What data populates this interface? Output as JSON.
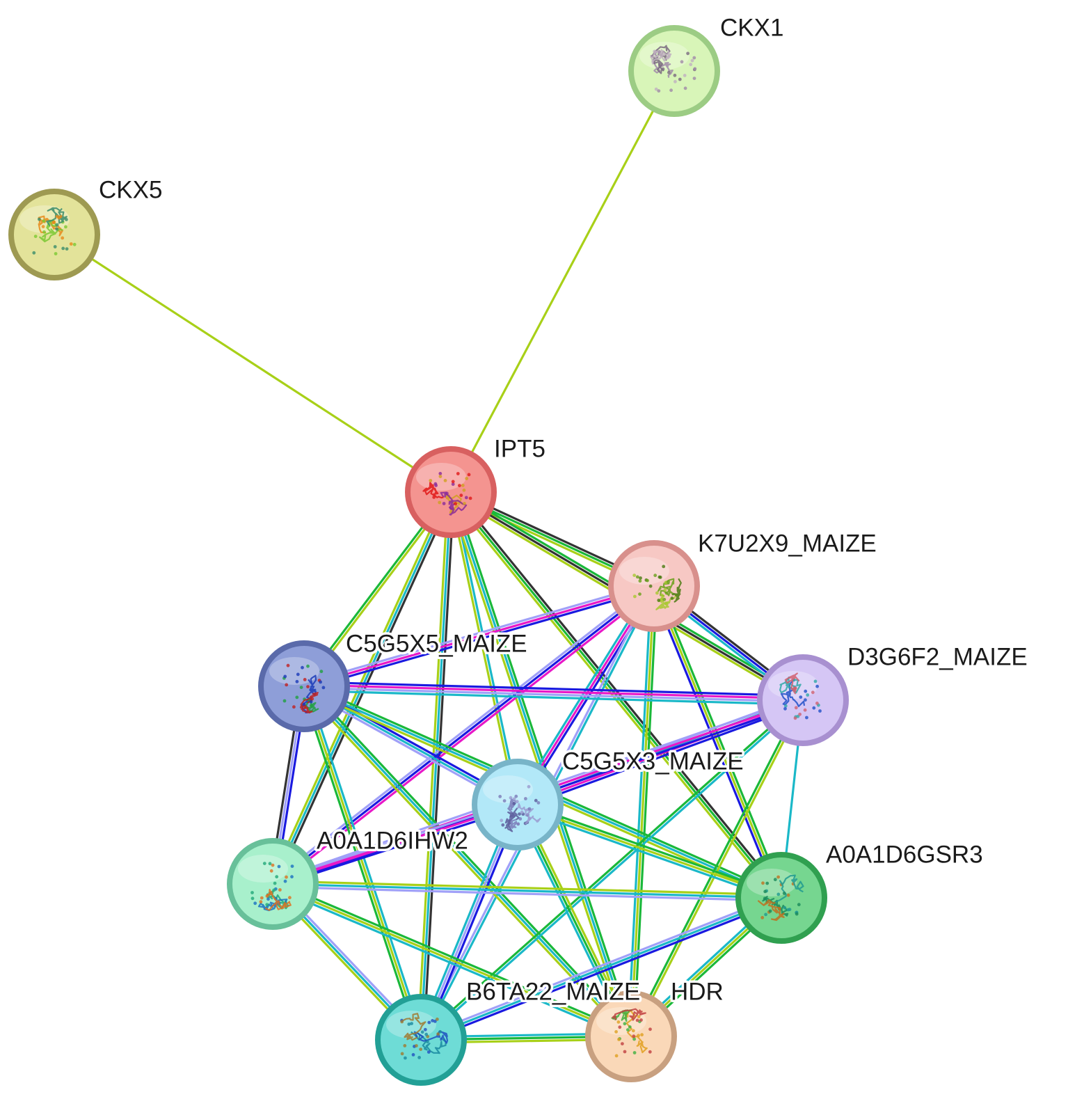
{
  "nodes": [
    {
      "id": "CKX1",
      "label": "CKX1",
      "fill": "#d8f5b8",
      "border": "#9ccc84",
      "glyph": [
        "#a08aa8",
        "#7a6a80",
        "#c0b0c0"
      ]
    },
    {
      "id": "CKX5",
      "label": "CKX5",
      "fill": "#e3e39a",
      "border": "#9e9a52",
      "glyph": [
        "#e88a1a",
        "#7ac832",
        "#3a8c6a"
      ]
    },
    {
      "id": "IPT5",
      "label": "IPT5",
      "fill": "#f49490",
      "border": "#d86060",
      "glyph": [
        "#d0a020",
        "#8a2a9a",
        "#e01818"
      ]
    },
    {
      "id": "K7U2X9_MAIZE",
      "label": "K7U2X9_MAIZE",
      "fill": "#f7c8c4",
      "border": "#d8908c",
      "glyph": [
        "#6aa01a",
        "#a8c830",
        "#4a7a10"
      ]
    },
    {
      "id": "C5G5X5_MAIZE",
      "label": "C5G5X5_MAIZE",
      "fill": "#8e9ed8",
      "border": "#5a6aaa",
      "glyph": [
        "#1a3ab8",
        "#20a040",
        "#c02020"
      ]
    },
    {
      "id": "D3G6F2_MAIZE",
      "label": "D3G6F2_MAIZE",
      "fill": "#d5c6f5",
      "border": "#a890d0",
      "glyph": [
        "#2050c8",
        "#30a8a8",
        "#d06070"
      ]
    },
    {
      "id": "C5G5X3_MAIZE",
      "label": "C5G5X3_MAIZE",
      "fill": "#b2e8f8",
      "border": "#78b4c8",
      "glyph": [
        "#7a7ab8",
        "#5a5a9a",
        "#9a9ad0"
      ]
    },
    {
      "id": "A0A1D6IHW2",
      "label": "A0A1D6IHW2",
      "fill": "#a8f0cc",
      "border": "#68c09a",
      "glyph": [
        "#20a878",
        "#1a70c0",
        "#e07020"
      ]
    },
    {
      "id": "A0A1D6GSR3",
      "label": "A0A1D6GSR3",
      "fill": "#76d690",
      "border": "#30a050",
      "glyph": [
        "#1a8a5a",
        "#c07020",
        "#209a90"
      ]
    },
    {
      "id": "B6TA22_MAIZE",
      "label": "B6TA22_MAIZE",
      "fill": "#6edcd6",
      "border": "#22a096",
      "glyph": [
        "#1a8aa0",
        "#2050c0",
        "#a07a30"
      ]
    },
    {
      "id": "HDR",
      "label": "HDR",
      "fill": "#fad8b8",
      "border": "#c8a080",
      "glyph": [
        "#e0a020",
        "#40b040",
        "#c04040"
      ]
    }
  ],
  "edges": [
    {
      "source": "CKX1",
      "target": "IPT5",
      "evidence": [
        "#a8d018"
      ]
    },
    {
      "source": "CKX5",
      "target": "IPT5",
      "evidence": [
        "#a8d018"
      ]
    },
    {
      "source": "IPT5",
      "target": "K7U2X9_MAIZE",
      "evidence": [
        "#333333",
        "#1ab83a",
        "#a8d018"
      ]
    },
    {
      "source": "IPT5",
      "target": "C5G5X5_MAIZE",
      "evidence": [
        "#a8d018",
        "#1ab83a"
      ]
    },
    {
      "source": "IPT5",
      "target": "D3G6F2_MAIZE",
      "evidence": [
        "#1ab83a",
        "#333333",
        "#a8d018"
      ]
    },
    {
      "source": "IPT5",
      "target": "C5G5X3_MAIZE",
      "evidence": [
        "#1ab8c8",
        "#a8d018"
      ]
    },
    {
      "source": "IPT5",
      "target": "A0A1D6IHW2",
      "evidence": [
        "#333333",
        "#1ab8c8",
        "#a8d018"
      ]
    },
    {
      "source": "IPT5",
      "target": "A0A1D6GSR3",
      "evidence": [
        "#333333",
        "#1ab83a",
        "#a8d018"
      ]
    },
    {
      "source": "IPT5",
      "target": "B6TA22_MAIZE",
      "evidence": [
        "#333333",
        "#1ab8c8",
        "#a8d018"
      ]
    },
    {
      "source": "IPT5",
      "target": "HDR",
      "evidence": [
        "#1ab83a",
        "#1ab8c8",
        "#a8d018"
      ]
    },
    {
      "source": "K7U2X9_MAIZE",
      "target": "C5G5X5_MAIZE",
      "evidence": [
        "#1a1ae0",
        "#e818c8",
        "#a0a0f8"
      ]
    },
    {
      "source": "K7U2X9_MAIZE",
      "target": "D3G6F2_MAIZE",
      "evidence": [
        "#333333",
        "#1a1ae0",
        "#1ab8c8"
      ]
    },
    {
      "source": "K7U2X9_MAIZE",
      "target": "C5G5X3_MAIZE",
      "evidence": [
        "#1a1ae0",
        "#e818c8",
        "#1ab8c8"
      ]
    },
    {
      "source": "K7U2X9_MAIZE",
      "target": "A0A1D6IHW2",
      "evidence": [
        "#e818c8",
        "#1a1ae0",
        "#a0a0f8"
      ]
    },
    {
      "source": "K7U2X9_MAIZE",
      "target": "A0A1D6GSR3",
      "evidence": [
        "#1ab83a",
        "#a8d018",
        "#1a1ae0"
      ]
    },
    {
      "source": "K7U2X9_MAIZE",
      "target": "B6TA22_MAIZE",
      "evidence": [
        "#1ab8c8",
        "#a0a0f8"
      ]
    },
    {
      "source": "K7U2X9_MAIZE",
      "target": "HDR",
      "evidence": [
        "#1ab83a",
        "#a8d018",
        "#1ab8c8"
      ]
    },
    {
      "source": "C5G5X5_MAIZE",
      "target": "D3G6F2_MAIZE",
      "evidence": [
        "#1a1ae0",
        "#e818c8",
        "#a0a0f8",
        "#1ab8c8"
      ]
    },
    {
      "source": "C5G5X5_MAIZE",
      "target": "C5G5X3_MAIZE",
      "evidence": [
        "#1a1ae0",
        "#1ab8c8",
        "#a0a0f8"
      ]
    },
    {
      "source": "C5G5X5_MAIZE",
      "target": "A0A1D6IHW2",
      "evidence": [
        "#1a1ae0",
        "#a0a0f8",
        "#333333"
      ]
    },
    {
      "source": "C5G5X5_MAIZE",
      "target": "A0A1D6GSR3",
      "evidence": [
        "#1ab83a",
        "#1ab8c8",
        "#a8d018"
      ]
    },
    {
      "source": "C5G5X5_MAIZE",
      "target": "B6TA22_MAIZE",
      "evidence": [
        "#1ab8c8",
        "#a8d018",
        "#1ab83a"
      ]
    },
    {
      "source": "C5G5X5_MAIZE",
      "target": "HDR",
      "evidence": [
        "#1ab83a",
        "#1ab8c8",
        "#a8d018"
      ]
    },
    {
      "source": "D3G6F2_MAIZE",
      "target": "C5G5X3_MAIZE",
      "evidence": [
        "#1a1ae0",
        "#e818c8",
        "#1ab8c8",
        "#a0a0f8"
      ]
    },
    {
      "source": "D3G6F2_MAIZE",
      "target": "A0A1D6IHW2",
      "evidence": [
        "#1a1ae0",
        "#e818c8",
        "#a0a0f8"
      ]
    },
    {
      "source": "D3G6F2_MAIZE",
      "target": "A0A1D6GSR3",
      "evidence": [
        "#1ab8c8"
      ]
    },
    {
      "source": "D3G6F2_MAIZE",
      "target": "B6TA22_MAIZE",
      "evidence": [
        "#1ab8c8",
        "#1ab83a"
      ]
    },
    {
      "source": "D3G6F2_MAIZE",
      "target": "HDR",
      "evidence": [
        "#a8d018",
        "#1ab83a"
      ]
    },
    {
      "source": "C5G5X3_MAIZE",
      "target": "A0A1D6IHW2",
      "evidence": [
        "#1a1ae0",
        "#e818c8",
        "#a0a0f8"
      ]
    },
    {
      "source": "C5G5X3_MAIZE",
      "target": "A0A1D6GSR3",
      "evidence": [
        "#1ab83a",
        "#a8d018",
        "#1ab8c8"
      ]
    },
    {
      "source": "C5G5X3_MAIZE",
      "target": "B6TA22_MAIZE",
      "evidence": [
        "#1a1ae0",
        "#a0a0f8",
        "#1ab8c8"
      ]
    },
    {
      "source": "C5G5X3_MAIZE",
      "target": "HDR",
      "evidence": [
        "#a8d018",
        "#1ab83a",
        "#1ab8c8"
      ]
    },
    {
      "source": "A0A1D6IHW2",
      "target": "A0A1D6GSR3",
      "evidence": [
        "#a8d018",
        "#1ab8c8",
        "#a0a0f8"
      ]
    },
    {
      "source": "A0A1D6IHW2",
      "target": "B6TA22_MAIZE",
      "evidence": [
        "#a0a0f8",
        "#1ab8c8",
        "#a8d018"
      ]
    },
    {
      "source": "A0A1D6IHW2",
      "target": "HDR",
      "evidence": [
        "#1ab83a",
        "#a8d018",
        "#1ab8c8"
      ]
    },
    {
      "source": "A0A1D6GSR3",
      "target": "B6TA22_MAIZE",
      "evidence": [
        "#1a1ae0",
        "#1ab8c8",
        "#a0a0f8"
      ]
    },
    {
      "source": "A0A1D6GSR3",
      "target": "HDR",
      "evidence": [
        "#1ab83a",
        "#a8d018",
        "#1ab8c8"
      ]
    },
    {
      "source": "B6TA22_MAIZE",
      "target": "HDR",
      "evidence": [
        "#1ab8c8",
        "#1ab83a",
        "#a8d018"
      ]
    }
  ]
}
